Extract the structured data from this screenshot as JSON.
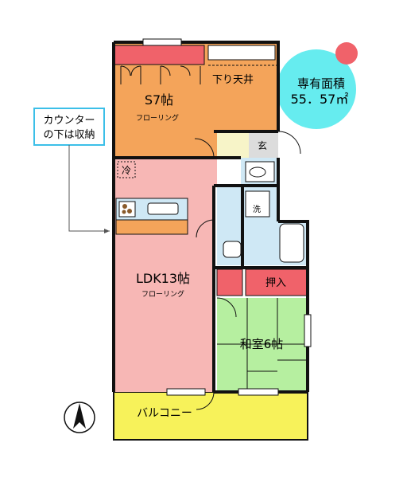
{
  "rooms": {
    "service_room": {
      "name": "S7帖",
      "floor": "フローリング"
    },
    "ldk": {
      "name": "LDK13帖",
      "floor": "フローリング"
    },
    "washitsu": {
      "name": "和室6帖"
    },
    "lowered_ceiling": "下り天井",
    "entrance": "玄",
    "oshiire": "押入",
    "balcony": "バルコニー",
    "fridge": "冷",
    "washer": "洗"
  },
  "callout": {
    "line1": "カウンター",
    "line2": "の下は収納"
  },
  "area_badge": {
    "line1": "専有面積",
    "line2": "55．57㎡"
  },
  "colors": {
    "service_room": "#f4a45a",
    "ldk": "#f7b7b5",
    "washitsu": "#b6efa0",
    "balcony": "#f7f25a",
    "wet_area": "#cfe8f5",
    "entrance": "#f7f4c8",
    "storage": "#f0626a",
    "badge": "#66ecef",
    "badge_dot": "#f0626a",
    "callout": "#3cbfe8",
    "wall": "#111111"
  }
}
